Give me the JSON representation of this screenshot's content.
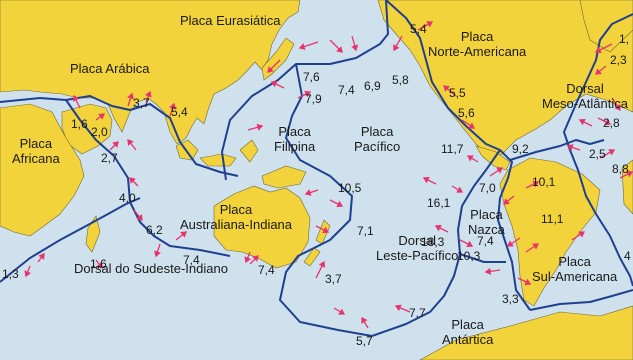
{
  "colors": {
    "ocean": "#cfe1ec",
    "land": "#f3d33b",
    "boundary": "#1f3f8f",
    "arrow": "#e8336d"
  },
  "plates": {
    "eurasiatica": "Placa Eurasiática",
    "norte_americana": [
      "Placa",
      "Norte-Americana"
    ],
    "arabica": "Placa Arábica",
    "africana": [
      "Placa",
      "Africana"
    ],
    "filipina": [
      "Placa",
      "Filipina"
    ],
    "pacifico": [
      "Placa",
      "Pacífico"
    ],
    "australiana_indiana": [
      "Placa",
      "Australiana-Indiana"
    ],
    "nazca": [
      "Placa",
      "Nazca"
    ],
    "sul_americana": [
      "Placa",
      "Sul-Americana"
    ],
    "antartica": [
      "Placa",
      "Antártica"
    ]
  },
  "ridges": {
    "meso_atlantica": [
      "Dorsal",
      "Meso-Atlântica"
    ],
    "sudeste_indiano": "Dorsal do Sudeste-Indiano",
    "leste_pacifico": [
      "Dorsal",
      "Leste-Pacífico"
    ]
  },
  "rates": [
    "5,4",
    "1,",
    "2,3",
    "5,5",
    "5,6",
    "2,8",
    "2,5",
    "8,8",
    "3,7",
    "5,4",
    "1,6",
    "2,0",
    "2,7",
    "4,0",
    "6,2",
    "1,6",
    "1,3",
    "7,4",
    "7,4",
    "7,6",
    "7,9",
    "7,4",
    "6,9",
    "5,8",
    "10,5",
    "7,1",
    "3,7",
    "5,7",
    "7,7",
    "11,7",
    "9,2",
    "7,0",
    "10,1",
    "16,1",
    "18,3",
    "7,4",
    "11,1",
    "10,3",
    "3,3",
    "4"
  ]
}
